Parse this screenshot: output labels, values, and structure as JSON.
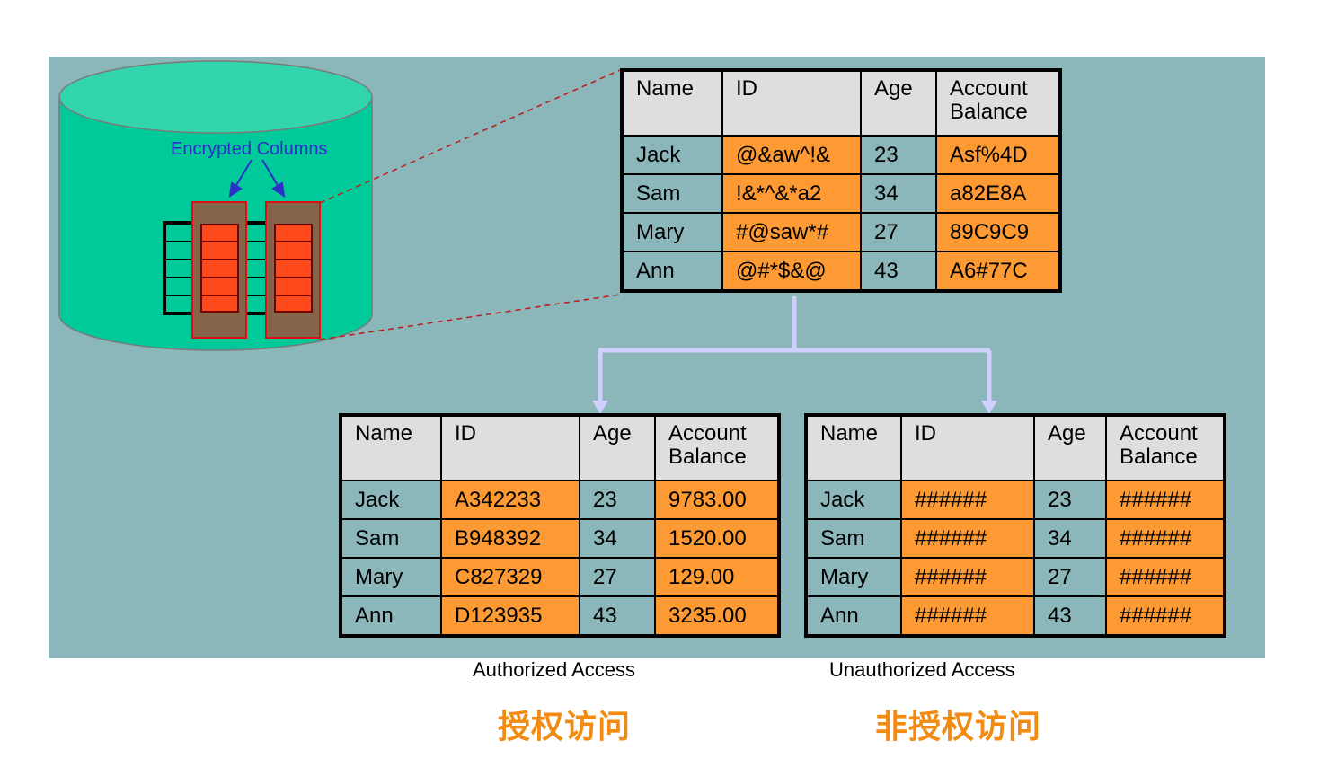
{
  "colors": {
    "panel_bg": "#8bb6ba",
    "cylinder_top": "#33d6ac",
    "cylinder_body": "#00c99a",
    "encrypted_cell": "#fe4a1a",
    "column_highlight": "#866449",
    "header_cell": "#dedede",
    "plain_cell": "#8bb6ba",
    "encrypted_col_cell": "#fe9a33",
    "arrow_color": "#d0d0ff",
    "label_blue": "#2f2fc8",
    "chinese_caption": "#f18b12"
  },
  "database": {
    "label": "Encrypted Columns"
  },
  "columns": [
    "Name",
    "ID",
    "Age",
    "Account Balance"
  ],
  "tables": {
    "encrypted": {
      "rows": [
        {
          "name": "Jack",
          "id": "@&aw^!&",
          "age": "23",
          "balance": "Asf%4D"
        },
        {
          "name": "Sam",
          "id": "!&*^&*a2",
          "age": "34",
          "balance": "a82E8A"
        },
        {
          "name": "Mary",
          "id": "#@saw*#",
          "age": "27",
          "balance": "89C9C9"
        },
        {
          "name": "Ann",
          "id": "@#*$&@",
          "age": "43",
          "balance": "A6#77C"
        }
      ]
    },
    "authorized": {
      "caption": "Authorized Access",
      "caption_cn": "授权访问",
      "rows": [
        {
          "name": "Jack",
          "id": "A342233",
          "age": "23",
          "balance": "9783.00"
        },
        {
          "name": "Sam",
          "id": "B948392",
          "age": "34",
          "balance": "1520.00"
        },
        {
          "name": "Mary",
          "id": "C827329",
          "age": "27",
          "balance": "129.00"
        },
        {
          "name": "Ann",
          "id": "D123935",
          "age": "43",
          "balance": "3235.00"
        }
      ]
    },
    "unauthorized": {
      "caption": "Unauthorized Access",
      "caption_cn": "非授权访问",
      "rows": [
        {
          "name": "Jack",
          "id": "######",
          "age": "23",
          "balance": "######"
        },
        {
          "name": "Sam",
          "id": "######",
          "age": "34",
          "balance": "######"
        },
        {
          "name": "Mary",
          "id": "######",
          "age": "27",
          "balance": "######"
        },
        {
          "name": "Ann",
          "id": "######",
          "age": "43",
          "balance": "######"
        }
      ]
    }
  }
}
